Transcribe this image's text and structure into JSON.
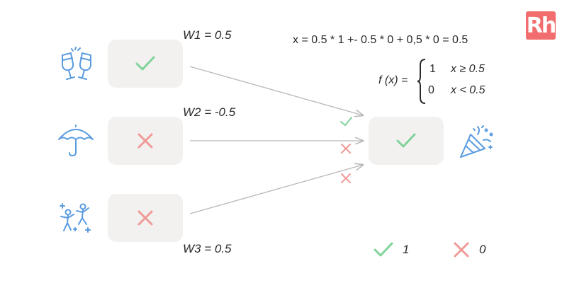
{
  "brand": {
    "logo_text": "Rh",
    "logo_color": "#f26d6d"
  },
  "weights": {
    "w1": "W1 = 0.5",
    "w2": "W2 = -0.5",
    "w3": "W3 = 0.5"
  },
  "formula": {
    "sum": "x = 0.5 * 1 +- 0.5 * 0 + 0,5 * 0 = 0.5",
    "function_label": "f (x) =",
    "case1_value": "1",
    "case1_condition": "x ≥ 0.5",
    "case0_value": "0",
    "case0_condition": "x < 0.5"
  },
  "inputs": [
    {
      "icon": "toast-glasses-icon",
      "state": "check",
      "value": 1
    },
    {
      "icon": "umbrella-icon",
      "state": "cross",
      "value": 0
    },
    {
      "icon": "dancing-people-icon",
      "state": "cross",
      "value": 0
    }
  ],
  "output": {
    "state": "check",
    "icon": "party-popper-icon"
  },
  "legend": {
    "check_label": "1",
    "cross_label": "0"
  },
  "colors": {
    "check": "#7fd39a",
    "cross": "#ef9a96",
    "icon_blue": "#5a9be0",
    "arrow": "#b8b8b8",
    "box": "#f3f1f0"
  }
}
